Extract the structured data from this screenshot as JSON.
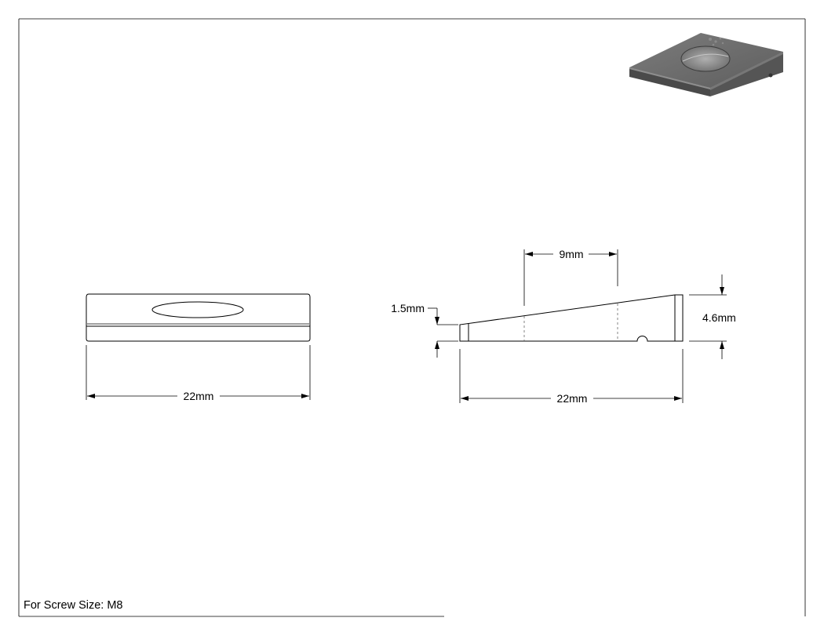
{
  "sheet": {
    "note": "For Screw Size: M8"
  },
  "front_view": {
    "width_dim": "22mm"
  },
  "side_view": {
    "hole_offset_dim": "9mm",
    "thin_end_dim": "1.5mm",
    "thick_end_dim": "4.6mm",
    "length_dim": "22mm"
  },
  "iso_view": {
    "part": "angled-washer"
  },
  "colors": {
    "line": "#000000",
    "part_top": "#6f6f6f",
    "part_side": "#4a4a4a",
    "part_edge": "#9a9a9a",
    "hole": "#8a8a8a"
  }
}
